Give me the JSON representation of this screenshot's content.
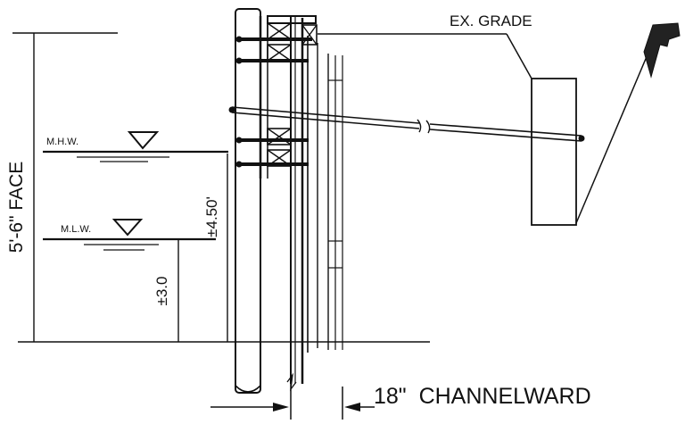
{
  "labels": {
    "ex_grade": "EX. GRADE",
    "face": "5'-6\" FACE",
    "mhw": "M.H.W.",
    "mlw": "M.L.W.",
    "dim_450": "±4.50'",
    "dim_30": "±3.0",
    "channelward": "18\"  CHANNELWARD"
  }
}
